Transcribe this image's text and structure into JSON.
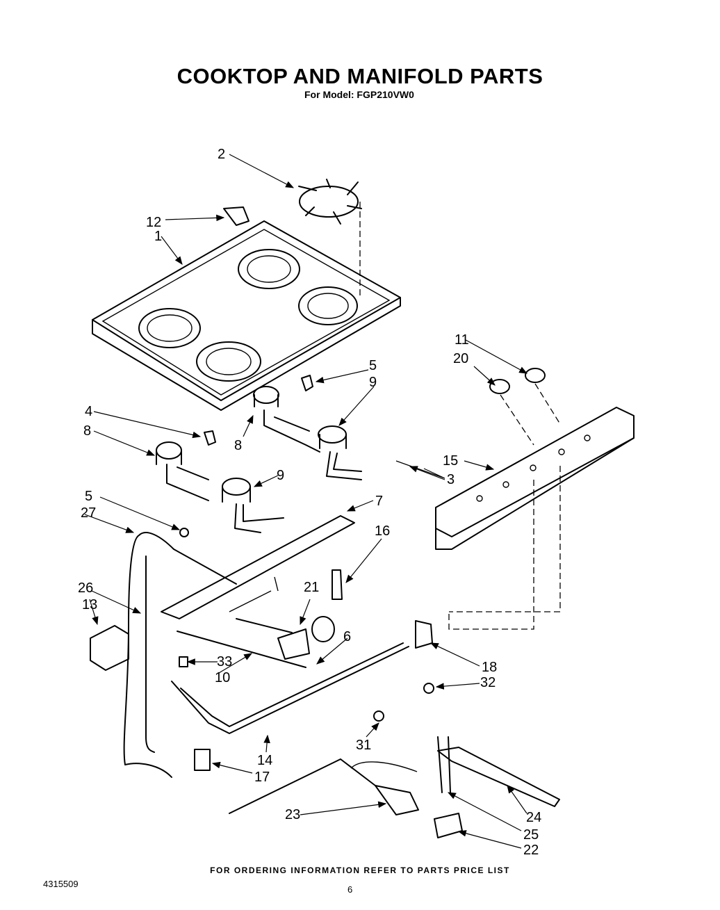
{
  "title": "COOKTOP AND MANIFOLD PARTS",
  "subtitle": "For Model: FGP210VW0",
  "footer": "FOR ORDERING INFORMATION REFER TO PARTS PRICE LIST",
  "doc_number": "4315509",
  "page_number": "6",
  "callouts": [
    "1",
    "2",
    "3",
    "4",
    "5",
    "5",
    "6",
    "7",
    "8",
    "8",
    "9",
    "9",
    "10",
    "11",
    "12",
    "13",
    "14",
    "15",
    "16",
    "17",
    "18",
    "20",
    "21",
    "22",
    "23",
    "24",
    "25",
    "26",
    "27",
    "31",
    "32",
    "33"
  ]
}
